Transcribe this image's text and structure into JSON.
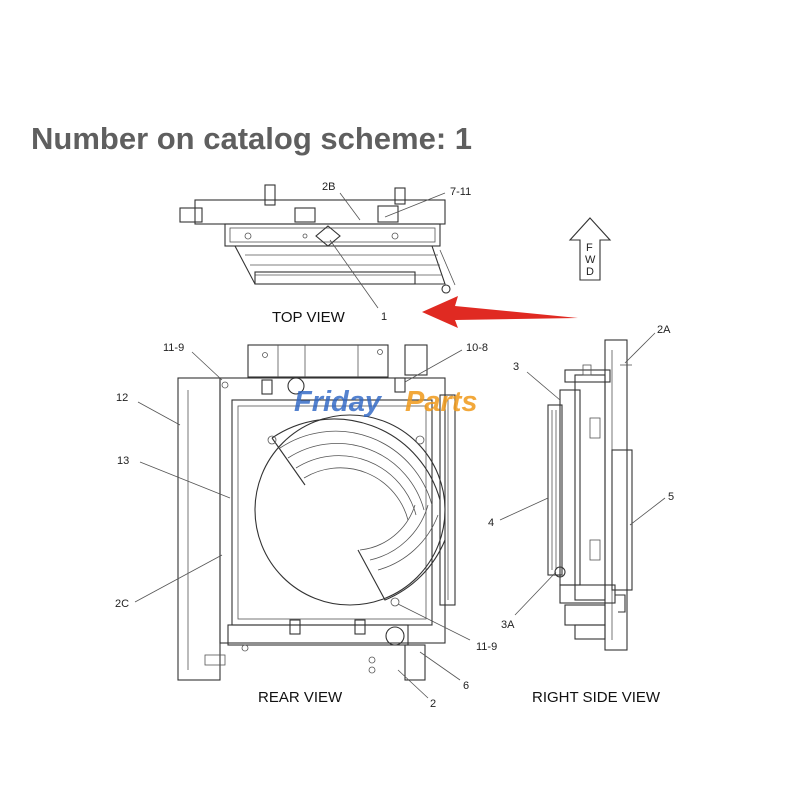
{
  "heading": "Number on catalog scheme: 1",
  "views": {
    "top": "TOP VIEW",
    "rear": "REAR VIEW",
    "right_side": "RIGHT SIDE VIEW"
  },
  "fwd_letters": [
    "F",
    "W",
    "D"
  ],
  "callouts": {
    "c2B": "2B",
    "c7_11": "7-11",
    "c1": "1",
    "c11_9a": "11-9",
    "c10_8": "10-8",
    "c12": "12",
    "c13": "13",
    "c2C": "2C",
    "c11_9b": "11-9",
    "c6": "6",
    "c2": "2",
    "c2A": "2A",
    "c3": "3",
    "c4": "4",
    "c5": "5",
    "c3A": "3A"
  },
  "watermark": {
    "part1": "Friday",
    "part2": "Parts"
  },
  "colors": {
    "heading": "#5f5f5f",
    "arrow": "#e02a22",
    "watermark_blue": "#2a64c4",
    "watermark_orange": "#f09a1a"
  }
}
